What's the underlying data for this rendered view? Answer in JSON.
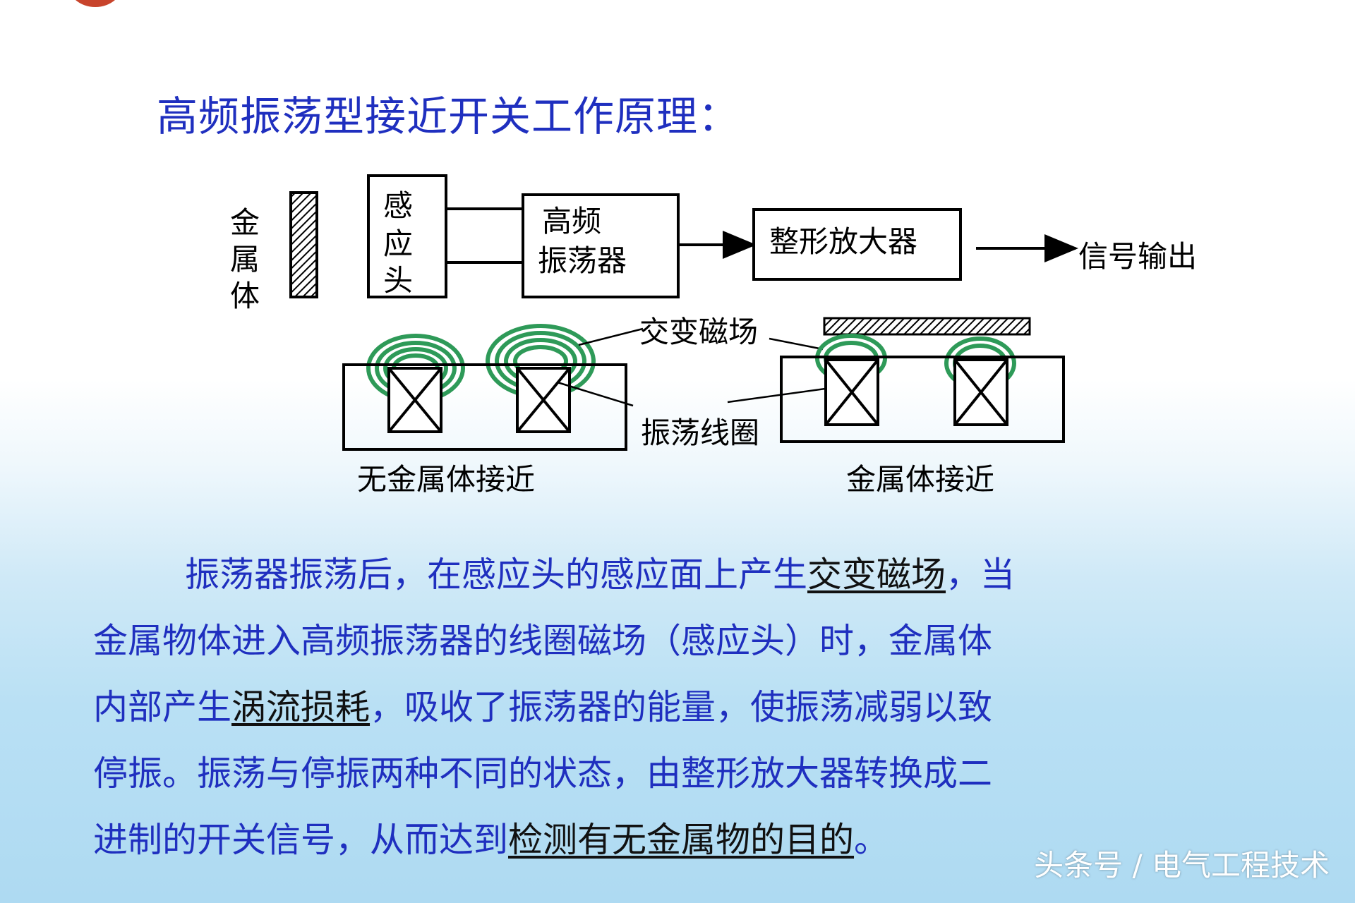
{
  "title": "高频振荡型接近开关工作原理：",
  "diagram": {
    "metal_label": "金属体",
    "sensor_head_label": "感应头",
    "oscillator_label": [
      "高频",
      "振荡器"
    ],
    "amplifier_label": "整形放大器",
    "output_label": "信号输出",
    "ac_field_label": "交变磁场",
    "coil_label": "振荡线圈",
    "left_caption": "无金属体接近",
    "right_caption": "金属体接近",
    "colors": {
      "field_rings": "#2e9a58",
      "line": "#000000"
    }
  },
  "paragraph": {
    "lines": [
      {
        "segments": [
          {
            "text": "振荡器振荡后，在感应头的感应面上产生"
          },
          {
            "text": "交变磁场",
            "underline": true
          },
          {
            "text": "，当"
          }
        ]
      },
      {
        "segments": [
          {
            "text": "金属物体进入高频振荡器的线圈磁场（感应头）时，金属体"
          }
        ]
      },
      {
        "segments": [
          {
            "text": "内部产生"
          },
          {
            "text": "涡流损耗",
            "underline": true
          },
          {
            "text": "，吸收了振荡器的能量，使振荡减弱以致"
          }
        ]
      },
      {
        "segments": [
          {
            "text": "停振。振荡与停振两种不同的状态，由整形放大器转换成二"
          }
        ]
      },
      {
        "segments": [
          {
            "text": "进制的开关信号，从而达到"
          },
          {
            "text": "检测有无金属物的目的",
            "underline": true
          },
          {
            "text": "。"
          }
        ]
      }
    ],
    "color": "#1f2fbf"
  },
  "watermark": "头条号 / 电气工程技术"
}
